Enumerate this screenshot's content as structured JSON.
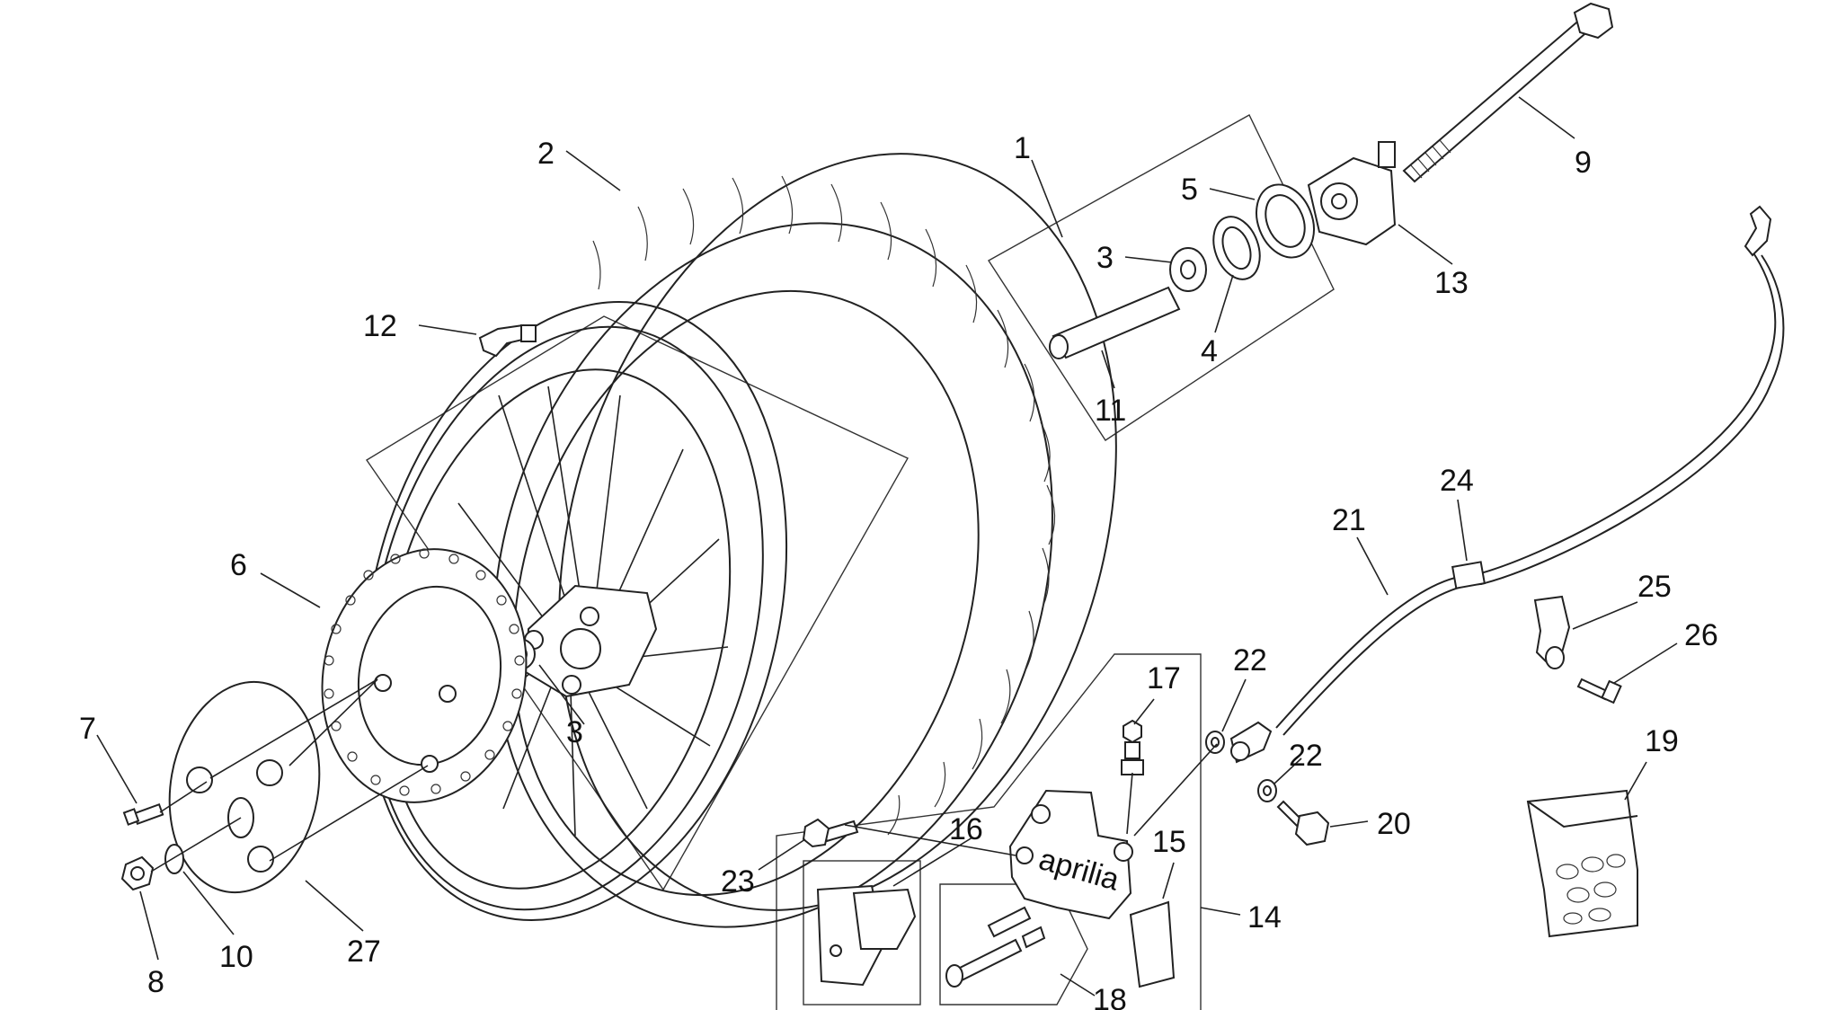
{
  "diagram": {
    "description_colors": {
      "line": "#222222",
      "background": "#ffffff"
    },
    "labels": [
      "1",
      "2",
      "3",
      "3",
      "4",
      "5",
      "6",
      "7",
      "8",
      "9",
      "10",
      "11",
      "12",
      "13",
      "14",
      "15",
      "16",
      "17",
      "18",
      "19",
      "20",
      "21",
      "22",
      "22",
      "23",
      "24",
      "25",
      "26",
      "27"
    ],
    "caliper_brand_text": "aprilia"
  }
}
